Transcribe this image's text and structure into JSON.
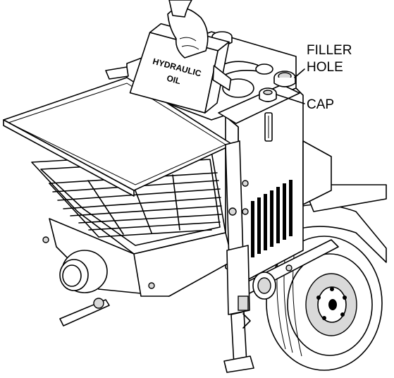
{
  "illustration": {
    "subject": "",
    "labels": {
      "filler_hole": [
        "FILLER",
        "HOLE"
      ],
      "cap": "CAP",
      "jug": [
        "HYDRAULIC",
        "OIL"
      ]
    }
  }
}
